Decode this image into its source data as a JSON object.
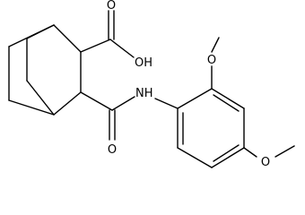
{
  "diagram": {
    "type": "chemical-structure",
    "colors": {
      "bond": "#000000",
      "label": "#000000",
      "background": "#ffffff"
    },
    "labels": {
      "hydroxyl": "OH",
      "carboxyl_oxygen": "O",
      "amide_nh": "NH",
      "amide_oxygen": "O",
      "methoxy_oxygen_ortho": "O",
      "methoxy_oxygen_para": "O"
    }
  }
}
